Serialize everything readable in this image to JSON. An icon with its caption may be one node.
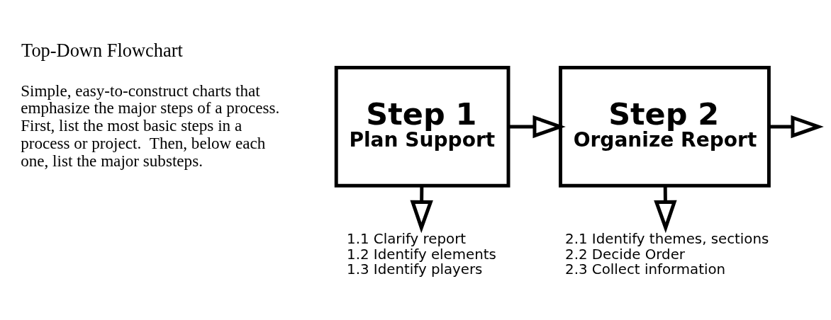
{
  "diagram": {
    "title": "Top-Down Flowchart",
    "nodes": [
      {
        "text": [
          "Step 1",
          "Plan Support"
        ]
      },
      {
        "text": [
          "Step 2",
          "Organize Report"
        ]
      },
      {
        "text": [
          "1.1 Clarify report",
          "1.2 Identify elements",
          "1.3 Identify players"
        ]
      },
      {
        "text": [
          "2.1 Identify themes, sections",
          "2.2 Decide Order",
          "2.3 Collect information"
        ]
      }
    ],
    "edges": [
      {
        "from": 0,
        "to": 1,
        "arrow": "to"
      },
      {
        "from": 1,
        "to": null,
        "arrow": "to"
      },
      {
        "from": 0,
        "to": 2,
        "arrow": "to"
      },
      {
        "from": 1,
        "to": 3,
        "arrow": "to"
      }
    ],
    "labels": [
      "Simple, easy-to-construct charts that emphasize the major steps of a process.  First, list the most basic steps in a process or project.  Then, below each one, list the major substeps."
    ]
  }
}
